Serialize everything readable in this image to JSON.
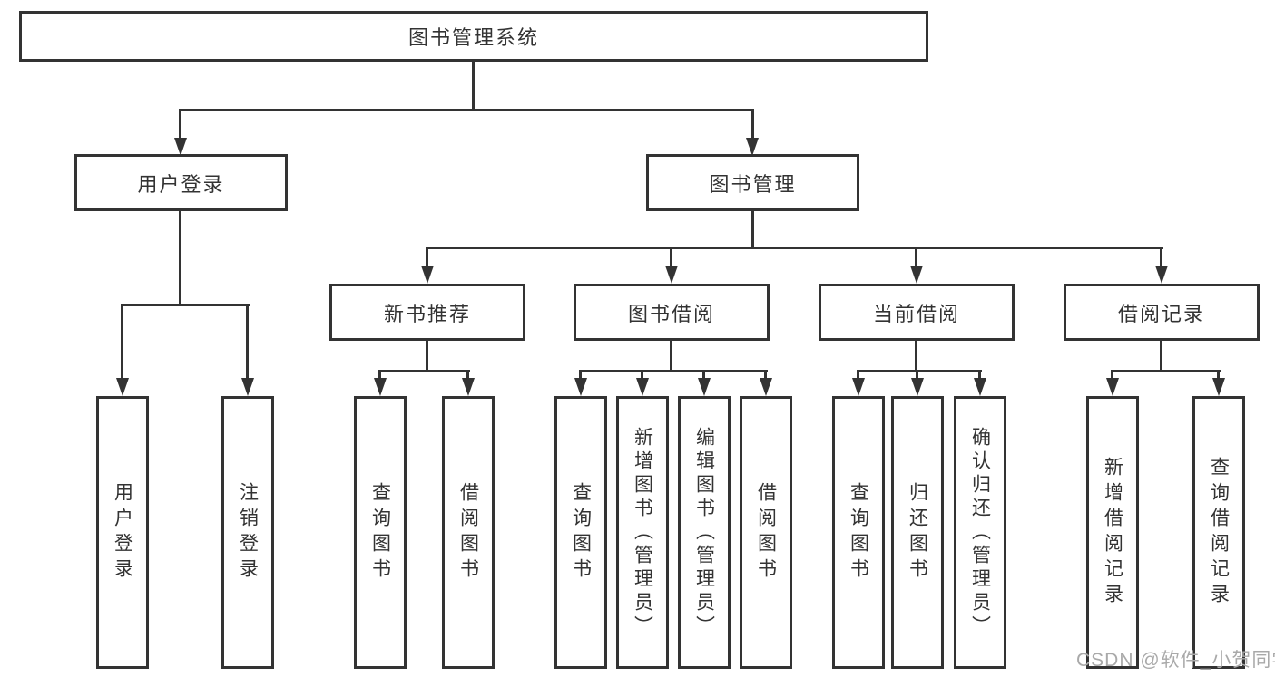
{
  "diagram": {
    "root": {
      "label": "图书管理系统"
    },
    "level2": [
      {
        "label": "用户登录"
      },
      {
        "label": "图书管理"
      }
    ],
    "level3": [
      {
        "label": "新书推荐"
      },
      {
        "label": "图书借阅"
      },
      {
        "label": "当前借阅"
      },
      {
        "label": "借阅记录"
      }
    ],
    "leaves": {
      "login": [
        "用户登录",
        "注销登录"
      ],
      "recommend": [
        "查询图书",
        "借阅图书"
      ],
      "borrow": [
        "查询图书",
        "新增图书（管理员）",
        "编辑图书（管理员）",
        "借阅图书"
      ],
      "current": [
        "查询图书",
        "归还图书",
        "确认归还（管理员）"
      ],
      "records": [
        "新增借阅记录",
        "查询借阅记录"
      ]
    },
    "watermark": "CSDN @软件_小贺同学",
    "colors": {
      "line": "#333333",
      "text": "#333333",
      "watermark": "#a9a9a9",
      "background": "#ffffff"
    }
  }
}
